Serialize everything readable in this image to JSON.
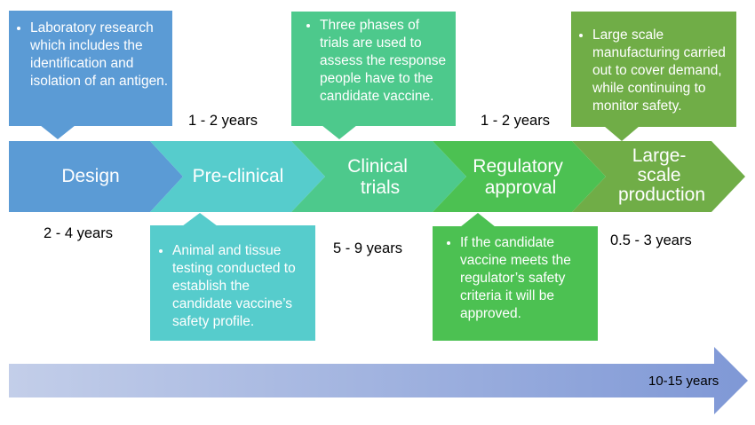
{
  "stages": [
    {
      "label": "Design",
      "color": "#5B9BD5"
    },
    {
      "label": "Pre-clinical",
      "color": "#56CCCC"
    },
    {
      "label": [
        "Clinical",
        "trials"
      ],
      "color": "#4DC98C"
    },
    {
      "label": [
        "Regulatory",
        "approval"
      ],
      "color": "#4CC152"
    },
    {
      "label": [
        "Large-",
        "scale",
        "production"
      ],
      "color": "#70AD47"
    }
  ],
  "callouts": {
    "design": "Laboratory research which includes the identification and isolation of an antigen.",
    "preclinical": "Animal and tissue testing conducted to establish the candidate vaccine’s safety profile.",
    "clinical": "Three phases of trials are used to assess the response people have to the candidate vaccine.",
    "regulatory": "If the candidate vaccine meets the regulator’s safety criteria it will be approved.",
    "production": "Large scale manufacturing carried out to cover demand, while continuing to monitor safety."
  },
  "durations": {
    "design": "2 - 4 years",
    "preclinical": "1 - 2 years",
    "clinical": "5 - 9 years",
    "regulatory": "1 - 2 years",
    "production": "0.5 - 3 years"
  },
  "total": "10-15 years",
  "colors": {
    "timeline_light": "#C3CEE9",
    "timeline_dark": "#7F98D6"
  }
}
